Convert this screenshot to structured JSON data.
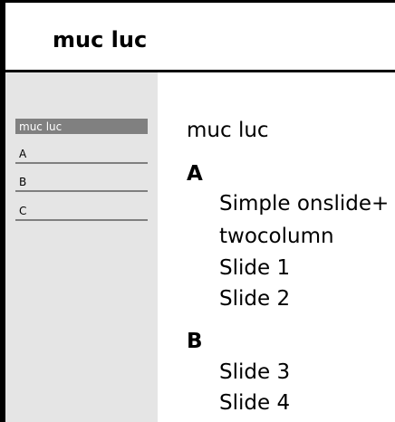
{
  "header": {
    "title": "muc luc"
  },
  "sidebar": {
    "items": [
      {
        "label": "muc luc",
        "active": true
      },
      {
        "label": "A",
        "active": false
      },
      {
        "label": "B",
        "active": false
      },
      {
        "label": "C",
        "active": false
      }
    ]
  },
  "main": {
    "title": "muc luc",
    "sections": [
      {
        "heading": "A",
        "entries": [
          "Simple onslide+",
          "twocolumn",
          "Slide 1",
          "Slide 2"
        ]
      },
      {
        "heading": "B",
        "entries": [
          "Slide 3",
          "Slide 4"
        ]
      }
    ]
  }
}
